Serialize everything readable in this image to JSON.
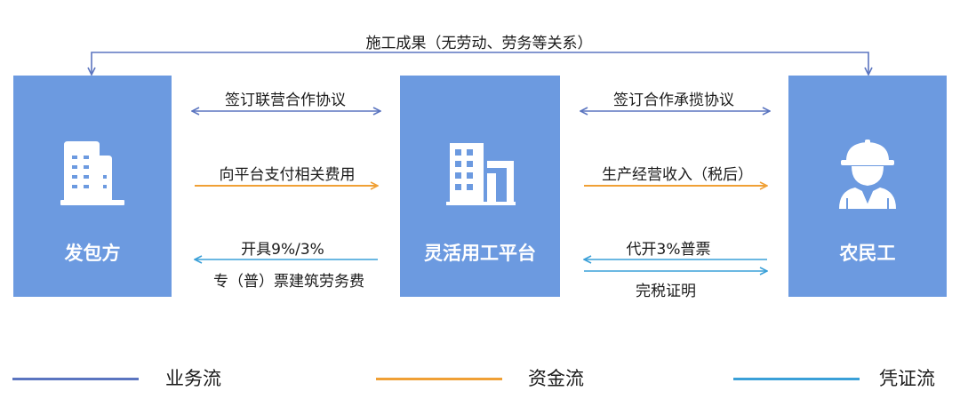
{
  "top_flow_label": "施工成果（无劳动、劳务等关系）",
  "nodes": {
    "contractor": "发包方",
    "platform": "灵活用工平台",
    "worker": "农民工"
  },
  "left_flows": {
    "agreement": "签订联营合作协议",
    "payment": "向平台支付相关费用",
    "invoice_line1": "开具9%/3%",
    "invoice_line2": "专（普）票建筑劳务费"
  },
  "right_flows": {
    "agreement": "签订合作承揽协议",
    "income": "生产经营收入（税后）",
    "invoice": "代开3%普票",
    "tax_proof": "完税证明"
  },
  "legend": {
    "business": "业务流",
    "capital": "资金流",
    "voucher": "凭证流"
  },
  "colors": {
    "box": "#6c9ae0",
    "business": "#5b75c0",
    "capital": "#f0a035",
    "voucher": "#3aa0d8"
  }
}
